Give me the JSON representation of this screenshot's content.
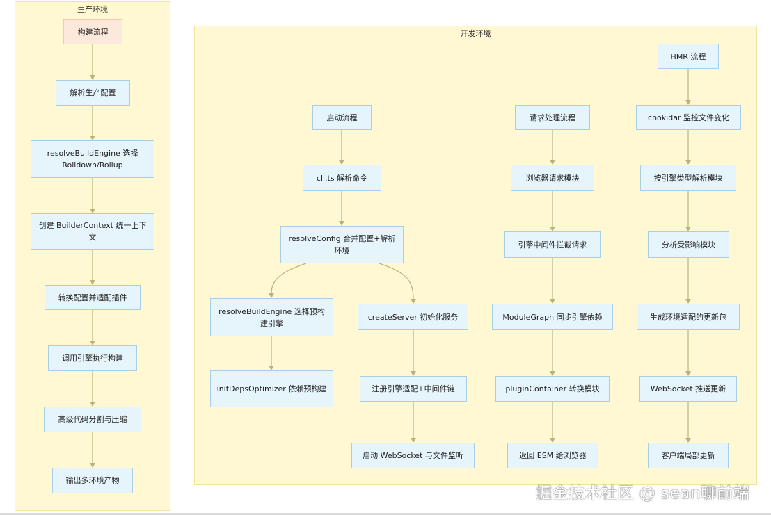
{
  "clusters": {
    "prod": {
      "title": "生产环境"
    },
    "dev": {
      "title": "开发环境"
    }
  },
  "prod_nodes": [
    "构建流程",
    "解析生产配置",
    "resolveBuildEngine 选择 Rolldown/Rollup",
    "创建 BuilderContext 统一上下文",
    "转换配置并适配插件",
    "调用引擎执行构建",
    "高级代码分割与压缩",
    "输出多环境产物"
  ],
  "startup_nodes": [
    "启动流程",
    "cli.ts 解析命令",
    "resolveConfig 合并配置+解析环境",
    "resolveBuildEngine 选择预构建引擎",
    "initDepsOptimizer 依赖预构建",
    "createServer 初始化服务",
    "注册引擎适配+中间件链",
    "启动 WebSocket 与文件监听"
  ],
  "request_nodes": [
    "请求处理流程",
    "浏览器请求模块",
    "引擎中间件拦截请求",
    "ModuleGraph 同步引擎依赖",
    "pluginContainer 转换模块",
    "返回 ESM 给浏览器"
  ],
  "hmr_nodes": [
    "HMR 流程",
    "chokidar 监控文件变化",
    "按引擎类型解析模块",
    "分析受影响模块",
    "生成环境适配的更新包",
    "WebSocket 推送更新",
    "客户端局部更新"
  ],
  "watermark": "掘金技术社区 @ sean聊前端",
  "colors": {
    "cluster_fill": "#fff8d3",
    "node_fill": "#e6f4fc",
    "node_border": "#a9cfe6",
    "start_node_fill": "#fde9dc",
    "edge": "#b9b27e"
  }
}
